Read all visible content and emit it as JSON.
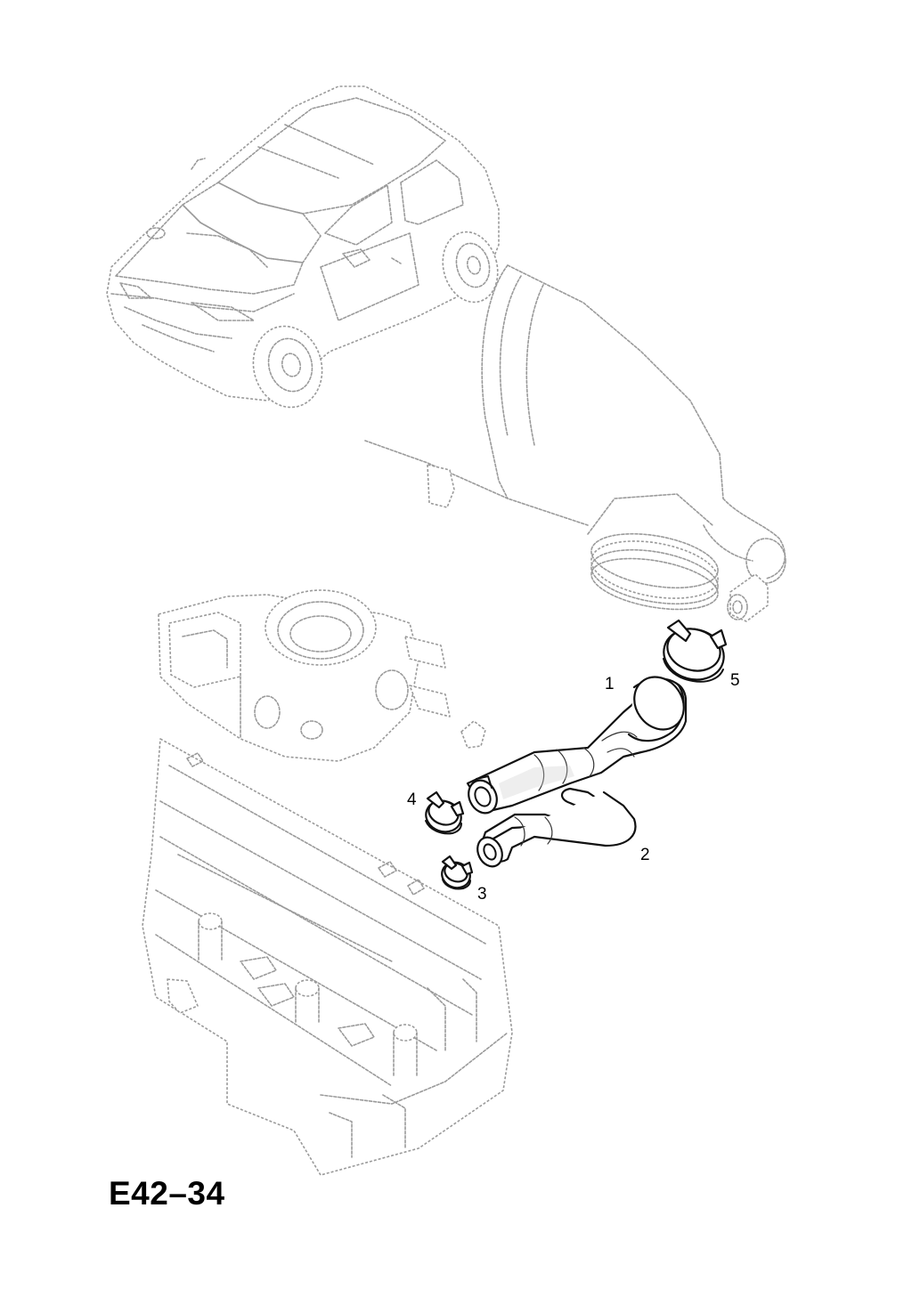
{
  "diagram": {
    "code": "E42–34",
    "callouts": [
      {
        "id": "1",
        "label": "1",
        "part": "upper breather hose"
      },
      {
        "id": "2",
        "label": "2",
        "part": "lower breather hose"
      },
      {
        "id": "3",
        "label": "3",
        "part": "small hose clamp"
      },
      {
        "id": "4",
        "label": "4",
        "part": "hose clamp"
      },
      {
        "id": "5",
        "label": "5",
        "part": "large hose clamp"
      }
    ]
  },
  "colors": {
    "background": "#ffffff",
    "context_lines": "#9a9a9a",
    "part_lines": "#111111",
    "text": "#000000"
  }
}
